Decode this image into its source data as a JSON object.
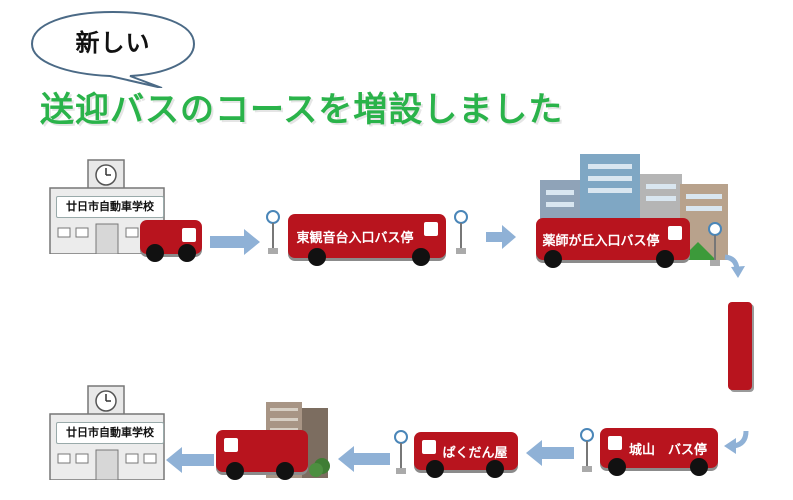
{
  "bubble": {
    "text": "新しい"
  },
  "headline": "送迎バスのコースを増設しました",
  "school": {
    "sign_top": "廿日市自動車学校",
    "sign_bottom": "廿日市自動車学校"
  },
  "stops": {
    "stop1": "東観音台入口バス停",
    "stop2": "薬師が丘入口バス停",
    "stop3": "城山　バス停",
    "stop4": "ぱくだん屋"
  },
  "colors": {
    "bus_red": "#b8141e",
    "headline_green": "#2ab34a",
    "arrow_blue": "#8fb1d6"
  }
}
